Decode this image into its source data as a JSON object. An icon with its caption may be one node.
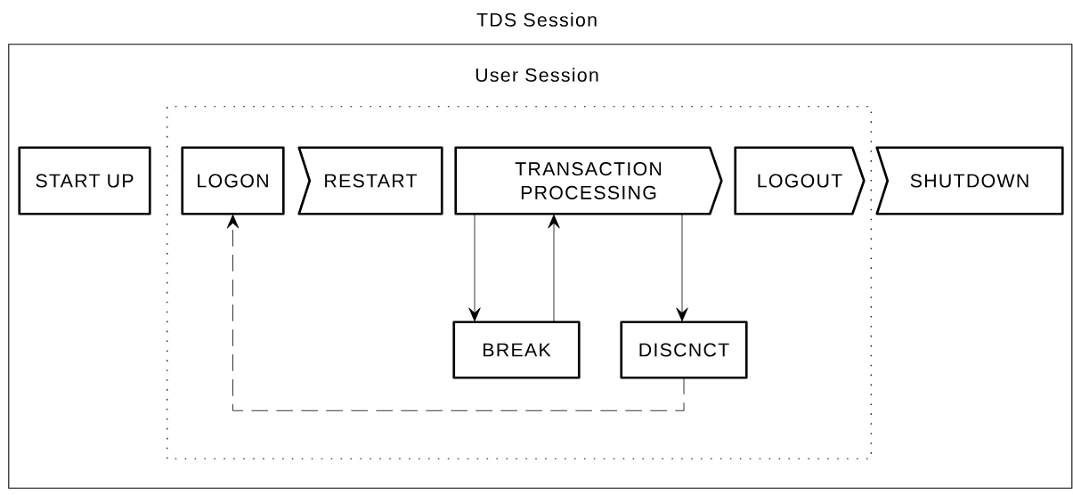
{
  "diagram": {
    "nodes": [
      {
        "text": [
          "TDS Session"
        ]
      },
      {
        "text": [
          "User Session"
        ],
        "in": 0
      },
      {
        "text": [
          "START UP"
        ],
        "in": 0
      },
      {
        "text": [
          "LOGON"
        ],
        "in": 1
      },
      {
        "text": [
          "RESTART"
        ],
        "in": 1
      },
      {
        "text": [
          "TRANSACTION PROCESSING"
        ],
        "in": 1
      },
      {
        "text": [
          "LOGOUT"
        ],
        "in": 1
      },
      {
        "text": [
          "SHUTDOWN"
        ],
        "in": 0
      },
      {
        "text": [
          "BREAK"
        ],
        "in": 1
      },
      {
        "text": [
          "DISCNCT"
        ],
        "in": 1
      }
    ],
    "edges": [
      {
        "from": 5,
        "to": 8,
        "arrow": "to"
      },
      {
        "from": 8,
        "to": 5,
        "arrow": "to"
      },
      {
        "from": 5,
        "to": 9,
        "arrow": "to"
      },
      {
        "from": 9,
        "to": 3,
        "arrow": "to",
        "style": "dashed"
      }
    ]
  }
}
